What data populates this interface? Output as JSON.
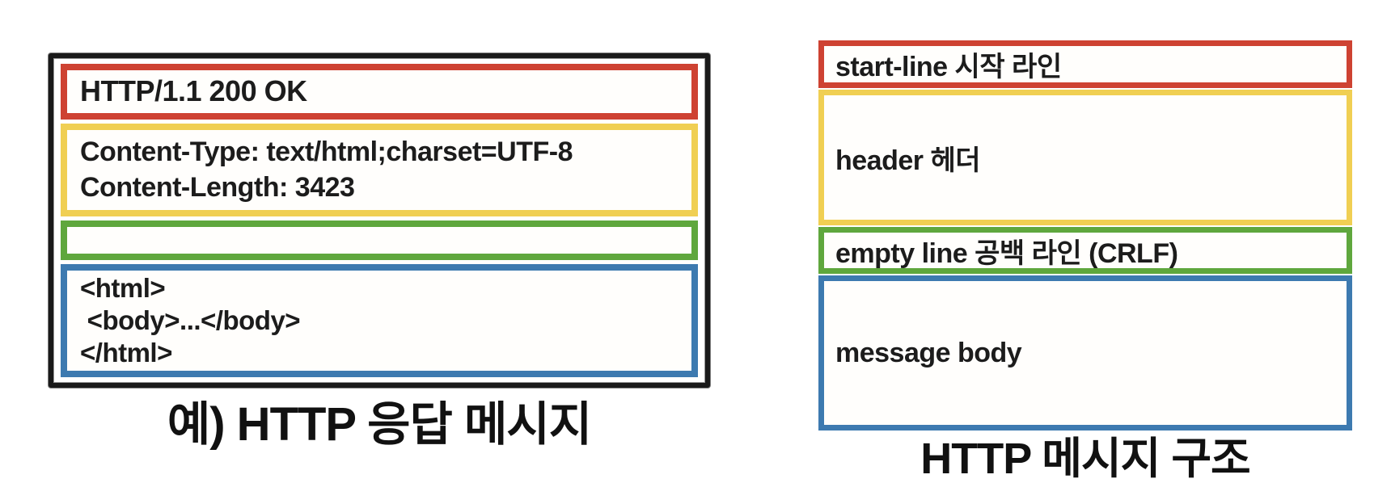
{
  "figure": {
    "left": {
      "caption": "예) HTTP 응답 메시지",
      "start_line": {
        "line1": "HTTP/1.1 200 OK"
      },
      "header": {
        "line1": "Content-Type: text/html;charset=UTF-8",
        "line2": "Content-Length: 3423"
      },
      "empty_line": {
        "line1": ""
      },
      "message_body": {
        "line1": "<html>",
        "line2": " <body>...</body>",
        "line3": "</html>"
      }
    },
    "right": {
      "caption": "HTTP 메시지 구조",
      "start_line_label": "start-line 시작 라인",
      "header_label": "header 헤더",
      "empty_line_label": "empty line 공백 라인 (CRLF)",
      "message_body_label": "message body"
    },
    "colors": {
      "start_line": "#ce4232",
      "header": "#f0cf53",
      "empty_line": "#5fa73d",
      "message_body": "#3d7ab0",
      "sketch_frame": "#1a1a1a",
      "text": "#1c1c1c"
    }
  }
}
